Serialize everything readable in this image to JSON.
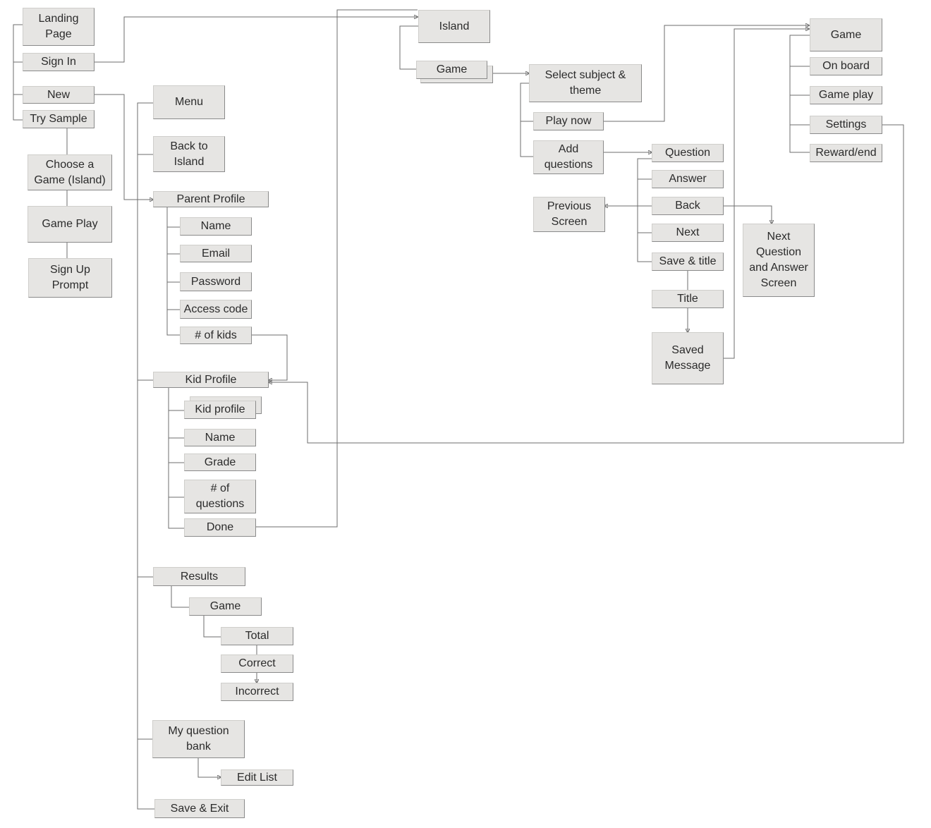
{
  "nodes": {
    "landing_page": "Landing\nPage",
    "sign_in": "Sign In",
    "new": "New",
    "try_sample": "Try Sample",
    "choose_game": "Choose a\nGame (Island)",
    "game_play_sample": "Game Play",
    "sign_up_prompt": "Sign Up\nPrompt",
    "menu": "Menu",
    "back_to_island": "Back to\nIsland",
    "parent_profile": "Parent Profile",
    "pp_name": "Name",
    "pp_email": "Email",
    "pp_password": "Password",
    "pp_access_code": "Access code",
    "pp_num_kids": "# of kids",
    "kid_profile": "Kid Profile",
    "kp_kid_profile": "Kid profile",
    "kp_name": "Name",
    "kp_grade": "Grade",
    "kp_num_questions": "# of\nquestions",
    "kp_done": "Done",
    "results": "Results",
    "results_game": "Game",
    "results_total": "Total",
    "results_correct": "Correct",
    "results_incorrect": "Incorrect",
    "my_question_bank": "My question\nbank",
    "edit_list": "Edit List",
    "save_exit": "Save & Exit",
    "island": "Island",
    "island_game": "Game",
    "select_subject": "Select subject &\ntheme",
    "play_now": "Play now",
    "add_questions": "Add\nquestions",
    "question": "Question",
    "answer": "Answer",
    "back": "Back",
    "next": "Next",
    "save_title": "Save & title",
    "title": "Title",
    "saved_message": "Saved\nMessage",
    "previous_screen": "Previous\nScreen",
    "next_question_screen": "Next\nQuestion\nand Answer\nScreen",
    "game_main": "Game",
    "on_board": "On board",
    "game_play": "Game play",
    "settings": "Settings",
    "reward_end": "Reward/end"
  }
}
